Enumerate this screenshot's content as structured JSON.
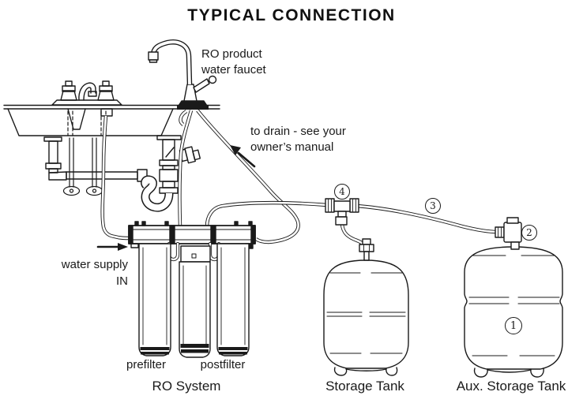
{
  "title": "TYPICAL CONNECTION",
  "labels": {
    "ro_faucet_line1": "RO product",
    "ro_faucet_line2": "water faucet",
    "drain_line1": "to drain - see your",
    "drain_line2": "owner’s manual",
    "water_supply_line1": "water supply",
    "water_supply_line2": "IN",
    "prefilter": "prefilter",
    "postfilter": "postfilter",
    "ro_system": "RO System",
    "storage_tank": "Storage Tank",
    "aux_storage_tank": "Aux. Storage Tank"
  },
  "callouts": {
    "aux_tank_body": "1",
    "aux_tank_valve": "2",
    "connecting_tube": "3",
    "tank_tee": "4"
  },
  "colors": {
    "line": "#1a1a1a",
    "background": "#ffffff"
  }
}
